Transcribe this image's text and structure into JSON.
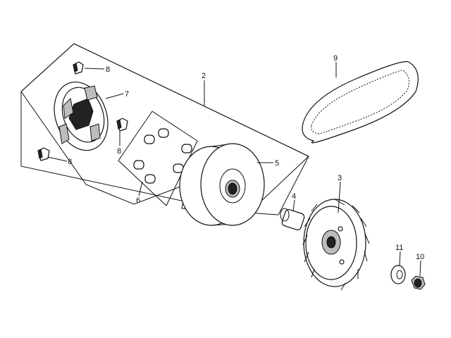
{
  "diagram": {
    "callouts": [
      {
        "id": "c1",
        "label": "2"
      },
      {
        "id": "c2",
        "label": "3"
      },
      {
        "id": "c3",
        "label": "4"
      },
      {
        "id": "c4",
        "label": "5"
      },
      {
        "id": "c5",
        "label": "6"
      },
      {
        "id": "c6",
        "label": "7"
      },
      {
        "id": "c7",
        "label": "8"
      },
      {
        "id": "c8",
        "label": "8"
      },
      {
        "id": "c9",
        "label": "8"
      },
      {
        "id": "c10",
        "label": "9"
      },
      {
        "id": "c11",
        "label": "10"
      },
      {
        "id": "c12",
        "label": "11"
      }
    ]
  }
}
